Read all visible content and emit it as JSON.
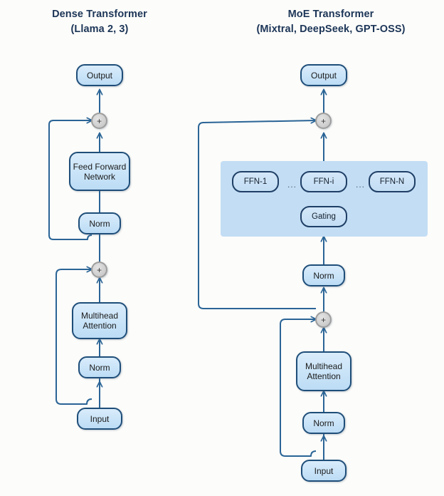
{
  "page": {
    "background": "#fcfcfa",
    "box_fill": "#c8e1f7",
    "box_border": "#1f4e79",
    "panel_fill": "#c3ddf4",
    "title_color": "#1c3557",
    "wire_color": "#2a6496",
    "plus_fill": "#cfcfcf"
  },
  "left": {
    "title_line1": "Dense Transformer",
    "title_line2": "(Llama 2, 3)",
    "nodes": {
      "output": "Output",
      "ffn_line1": "Feed Forward",
      "ffn_line2": "Network",
      "norm_top": "Norm",
      "attention_line1": "Multihead",
      "attention_line2": "Attention",
      "norm_bottom": "Norm",
      "input": "Input"
    },
    "adders": {
      "top": "+",
      "bottom": "+"
    }
  },
  "right": {
    "title_line1": "MoE Transformer",
    "title_line2": "(Mixtral, DeepSeek, GPT-OSS)",
    "nodes": {
      "output": "Output",
      "norm_top": "Norm",
      "attention_line1": "Multihead",
      "attention_line2": "Attention",
      "norm_bottom": "Norm",
      "input": "Input"
    },
    "adders": {
      "top": "+",
      "bottom": "+"
    },
    "moe_panel": {
      "expert_first": "FFN-1",
      "expert_middle": "FFN-i",
      "expert_last": "FFN-N",
      "ellipsis_left": "...",
      "ellipsis_right": "...",
      "gating": "Gating"
    }
  }
}
